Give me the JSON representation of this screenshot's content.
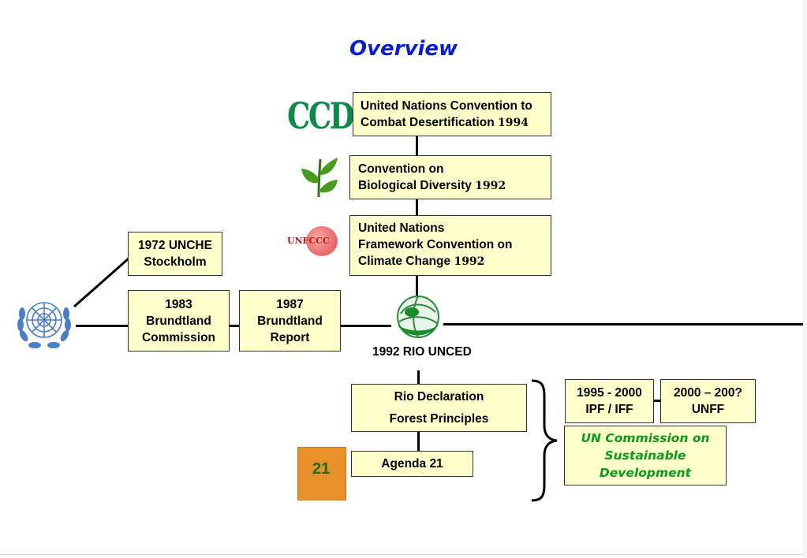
{
  "title": "Overview",
  "logos": {
    "ccd": "CCD",
    "unfccc": "UNFCCC",
    "agenda21_number": "21"
  },
  "boxes": {
    "ccd": {
      "line1": "United Nations Convention to",
      "line2": "Combat Desertification",
      "year": "1994"
    },
    "cbd": {
      "line1": "Convention on",
      "line2": "Biological Diversity",
      "year": "1992"
    },
    "unfccc": {
      "line1": "United Nations",
      "line2": "Framework Convention on",
      "line3": "Climate Change",
      "year": "1992"
    },
    "unche": {
      "line1": "1972 UNCHE",
      "line2": "Stockholm"
    },
    "brundtland_commission": {
      "line1": "1983",
      "line2": "Brundtland",
      "line3": "Commission"
    },
    "brundtland_report": {
      "line1": "1987",
      "line2": "Brundtland",
      "line3": "Report"
    },
    "rio_declaration": {
      "line1": "Rio Declaration",
      "line2": "Forest Principles"
    },
    "agenda21": {
      "label": "Agenda 21"
    },
    "ipf": {
      "line1": "1995 - 2000",
      "line2": "IPF / IFF"
    },
    "unff": {
      "line1": "2000 – 200?",
      "line2": "UNFF"
    },
    "csd": {
      "line1": "UN Commission on",
      "line2": "Sustainable",
      "line3": "Development"
    }
  },
  "rio_label": "1992 RIO UNCED",
  "colors": {
    "title": "#0a1ecf",
    "box_fill": "#ffffcc",
    "csd_text": "#0a9a1a",
    "ccd_logo": "#0b8a4a",
    "un_blue": "#4a7fc8"
  },
  "icons": [
    "un-emblem-icon",
    "ccd-logo-icon",
    "cbd-leaf-icon",
    "unfccc-logo-icon",
    "rio-earth-icon",
    "agenda21-book-icon",
    "curly-brace-icon"
  ]
}
